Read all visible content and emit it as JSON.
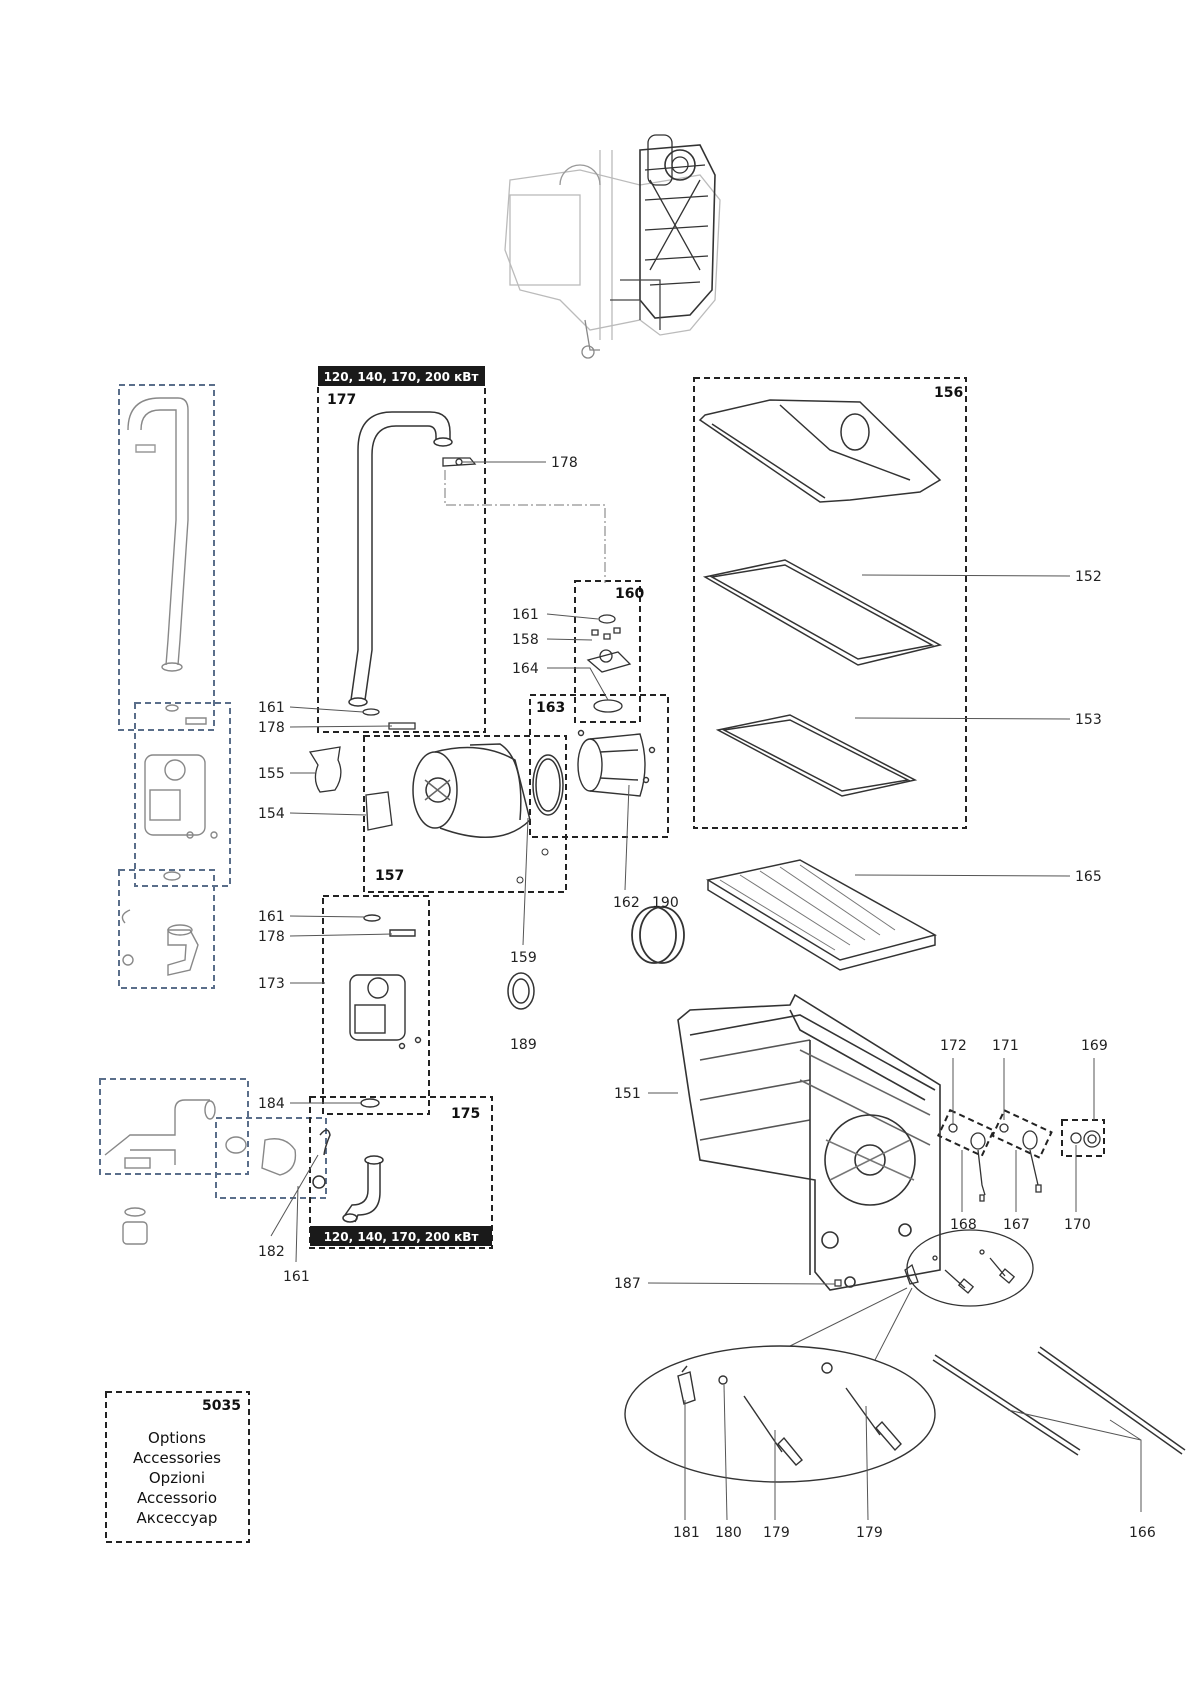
{
  "banners": {
    "top": "120, 140, 170, 200 кВт",
    "bottom": "120, 140, 170, 200 кВт"
  },
  "group_numbers": {
    "g177": "177",
    "g156": "156",
    "g160": "160",
    "g163": "163",
    "g157": "157",
    "g175": "175"
  },
  "part_labels": {
    "p178a": "178",
    "p152": "152",
    "p161a": "161",
    "p158": "158",
    "p164": "164",
    "p153": "153",
    "p161b": "161",
    "p178b": "178",
    "p155": "155",
    "p154": "154",
    "p165": "165",
    "p162": "162",
    "p190": "190",
    "p161c": "161",
    "p178c": "178",
    "p159": "159",
    "p173": "173",
    "p189": "189",
    "p172": "172",
    "p171": "171",
    "p169": "169",
    "p151": "151",
    "p184": "184",
    "p168": "168",
    "p167": "167",
    "p170": "170",
    "p182": "182",
    "p161d": "161",
    "p187": "187",
    "p181": "181",
    "p180": "180",
    "p179a": "179",
    "p179b": "179",
    "p166": "166"
  },
  "legend": {
    "code": "5035",
    "lines": [
      "Options",
      "Accessories",
      "Opzioni",
      "Accessorio",
      "Аксессуар"
    ]
  }
}
